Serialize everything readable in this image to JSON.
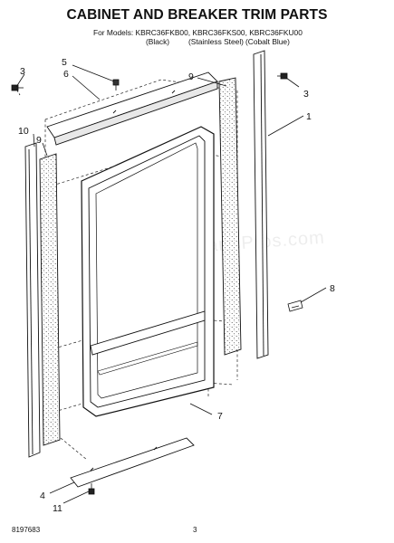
{
  "header": {
    "title": "CABINET AND BREAKER TRIM PARTS",
    "models_line": "For Models: KBRC36FKB00, KBRC36FKS00, KBRC36FKU00",
    "variants": [
      "(Black)",
      "(Stainless Steel)",
      "(Cobalt Blue)"
    ]
  },
  "callouts": [
    "1",
    "3",
    "3",
    "4",
    "5",
    "6",
    "7",
    "8",
    "9",
    "9",
    "10",
    "11"
  ],
  "watermark": "AppliancePartsPros.com",
  "footer": {
    "doc_number": "8197683",
    "page_number": "3"
  }
}
